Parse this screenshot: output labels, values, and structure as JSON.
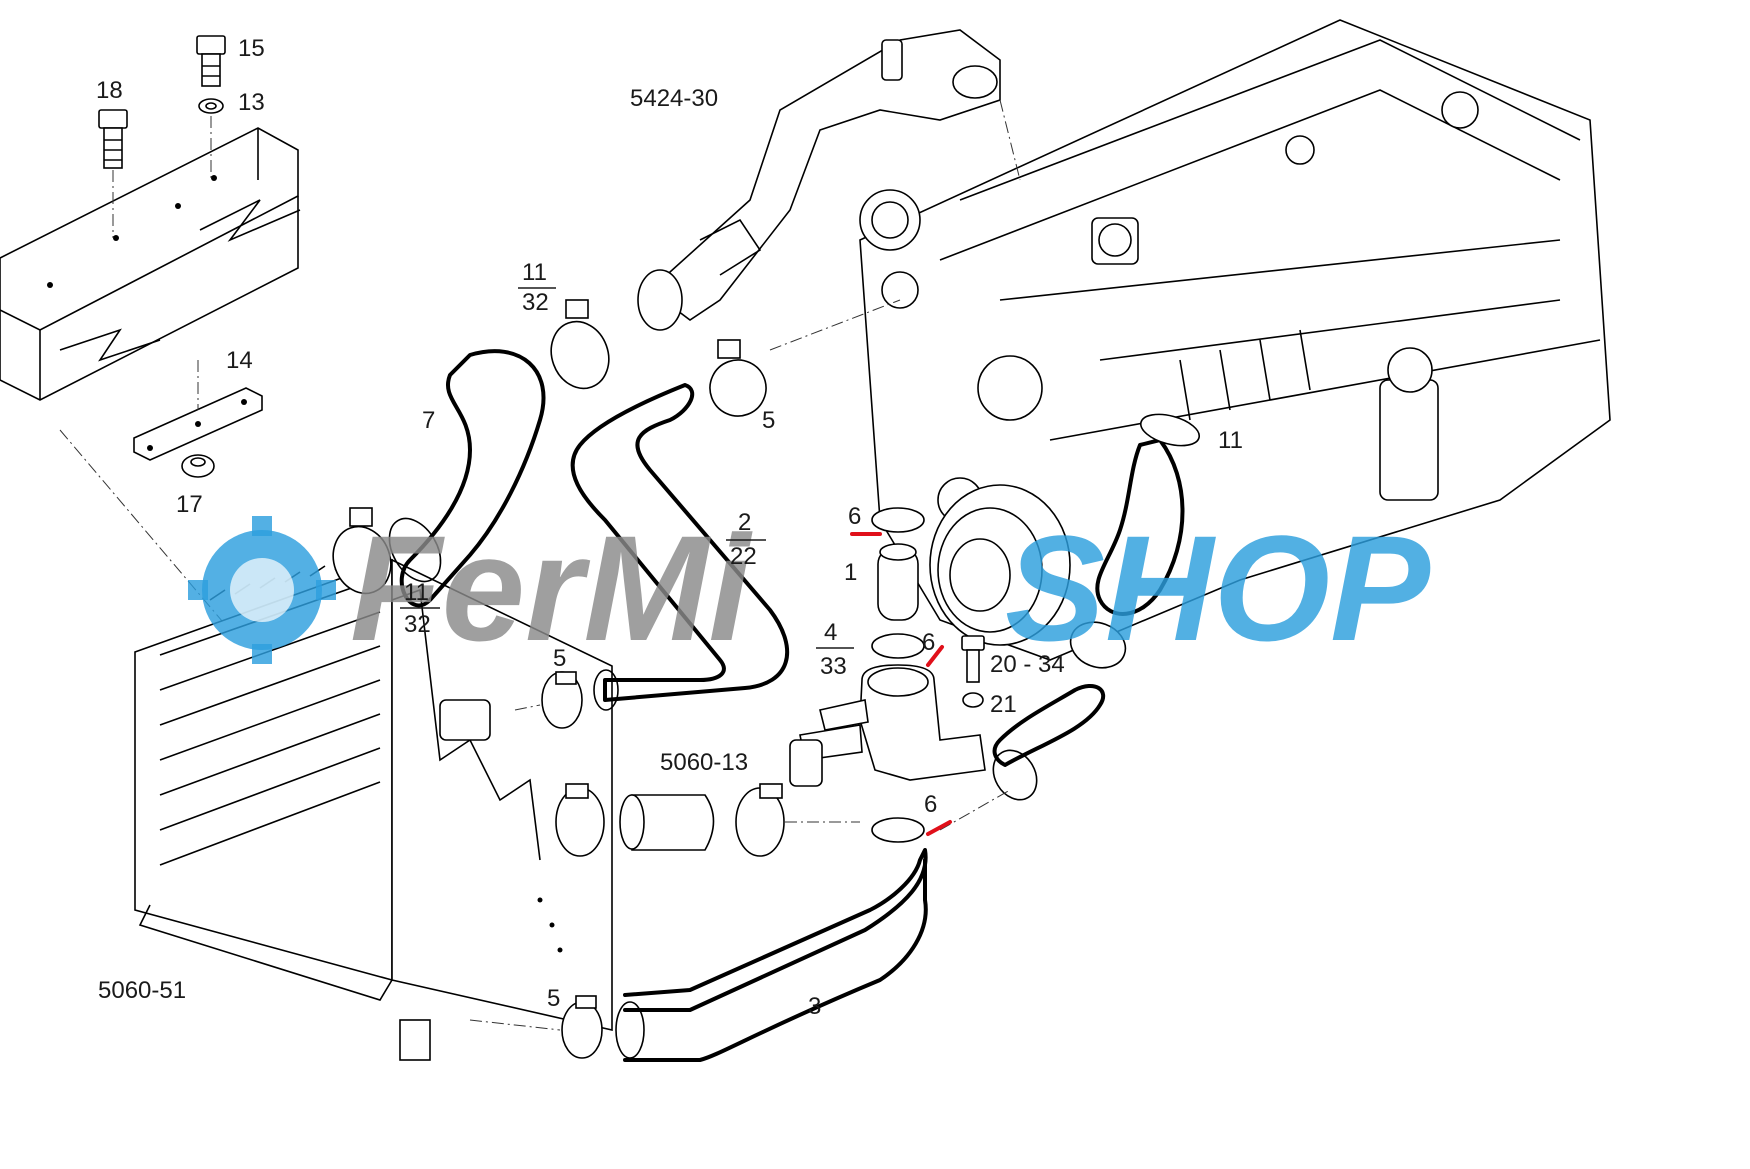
{
  "labels": {
    "p18": "18",
    "p15": "15",
    "p13": "13",
    "p14": "14",
    "p17": "17",
    "p7": "7",
    "p11_top": "11",
    "p32_top": "32",
    "p11_left": "11",
    "p32_left": "32",
    "p5_a": "5",
    "p5_b": "5",
    "p5_c": "5",
    "p2": "2",
    "p22": "22",
    "p6_a": "6",
    "p6_b": "6",
    "p6_c": "6",
    "p1": "1",
    "p4": "4",
    "p33": "33",
    "p20_34": "20 - 34",
    "p21": "21",
    "p11_right": "11",
    "p3": "3",
    "ref_5424_30": "5424-30",
    "ref_5060_13": "5060-13",
    "ref_5060_51": "5060-51"
  },
  "watermark": {
    "text_gray": "FerMi",
    "text_blue": "SHOP",
    "colors": {
      "blue": "#2d9fde",
      "gray": "#8a8a8a"
    }
  },
  "colors": {
    "highlight": "#e0101a",
    "ink": "#000000"
  }
}
